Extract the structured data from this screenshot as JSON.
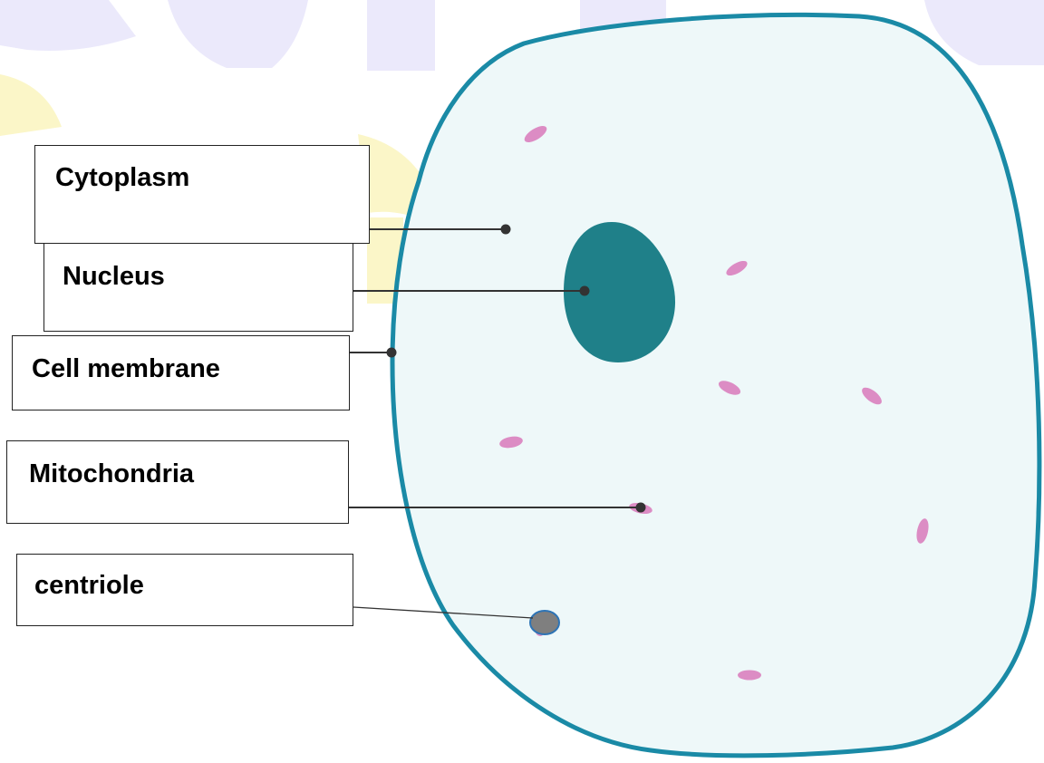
{
  "labels": {
    "cytoplasm": "Cytoplasm",
    "nucleus": "Nucleus",
    "cell_membrane": "Cell membrane",
    "mitochondria": "Mitochondria",
    "centriole": "centriole"
  },
  "colors": {
    "membrane": "#1a8aa6",
    "cytoplasm_fill": "#eef8f9",
    "nucleus": "#1f8089",
    "mitochondria": "#dc8cc4",
    "centriole_fill": "#7f7f7f",
    "centriole_stroke": "#2e74b5",
    "leader_line": "#333333",
    "watermark_blue": "#ebe9fb",
    "watermark_yellow": "#fbf6c8"
  }
}
